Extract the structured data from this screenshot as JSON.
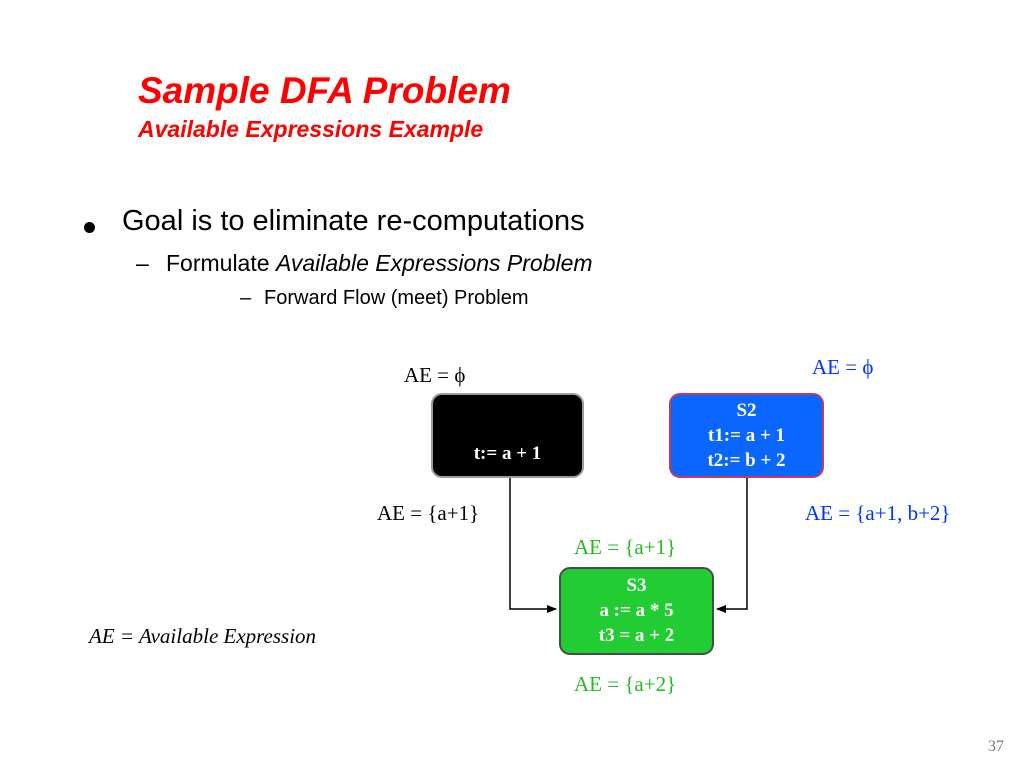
{
  "slide": {
    "title": "Sample DFA Problem",
    "subtitle": "Available Expressions Example",
    "bullets": {
      "level1": "Goal is to eliminate re-computations",
      "level2_dash": "–",
      "level2_prefix": "Formulate",
      "level2_emphasis": "Available Expressions Problem",
      "level3_dash": "–",
      "level3": "Forward Flow (meet) Problem"
    },
    "page_number": "37"
  },
  "diagram": {
    "annotations": {
      "ae_in_s1": "AE = ϕ",
      "ae_in_s2": "AE = ϕ",
      "ae_out_s1": "AE = {a+1}",
      "ae_out_s2": "AE = {a+1, b+2}",
      "ae_in_s3": "AE = {a+1}",
      "ae_out_s3": "AE = {a+2}"
    },
    "blocks": {
      "s1": {
        "lines": [
          "t:= a + 1"
        ],
        "color": "#000000"
      },
      "s2": {
        "lines": [
          "S2",
          "t1:= a + 1",
          "t2:= b + 2"
        ],
        "color": "#0a66ff"
      },
      "s3": {
        "lines": [
          "S3",
          "a := a * 5",
          "t3 = a + 2"
        ],
        "color": "#22cc33"
      }
    },
    "legend": "AE = Available Expression",
    "colors": {
      "title": "#ff0000",
      "blue_annotation": "#0033ff",
      "green_annotation": "#22bb22"
    }
  }
}
